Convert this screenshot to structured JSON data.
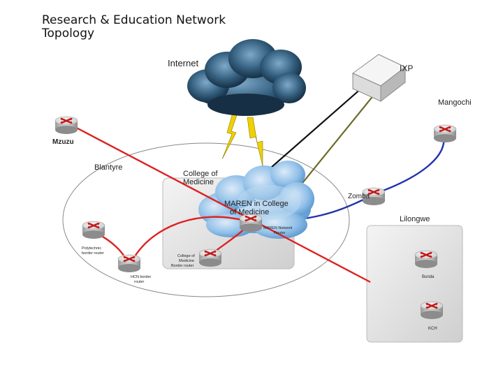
{
  "title": "Research & Education Network\nTopology",
  "labels": {
    "internet": "Internet",
    "ixp": "IXP",
    "mangochi": "Mangochi",
    "mzuzu": "Mzuzu",
    "blantyre": "Blantyre",
    "college_of_medicine_line1": "College of",
    "college_of_medicine_line2": "Medicine",
    "maren_line1": "MAREN in  College",
    "maren_line2": "of Medicine",
    "maren_router_line1": "MAREN Network",
    "maren_router_line2": "Router",
    "zomba": "Zomba",
    "lilongwe": "Lilongwe",
    "poly_router_line1": "Polytechnic",
    "poly_router_line2": "border router",
    "hcn_router_line1": "HCN border",
    "hcn_router_line2": "router",
    "com_router_line1": "College of",
    "com_router_line2": "Medicine",
    "com_router_line3": "Border router",
    "bunda": "Bunda",
    "kch": "KCH"
  },
  "colors": {
    "red_link": "#dd2222",
    "blue_link": "#2233aa",
    "black_link": "#111111",
    "olive_link": "#6b6b2a",
    "storm_cloud": "#24465f",
    "maren_cloud": "#6da4d6",
    "lightning": "#f0d000"
  }
}
